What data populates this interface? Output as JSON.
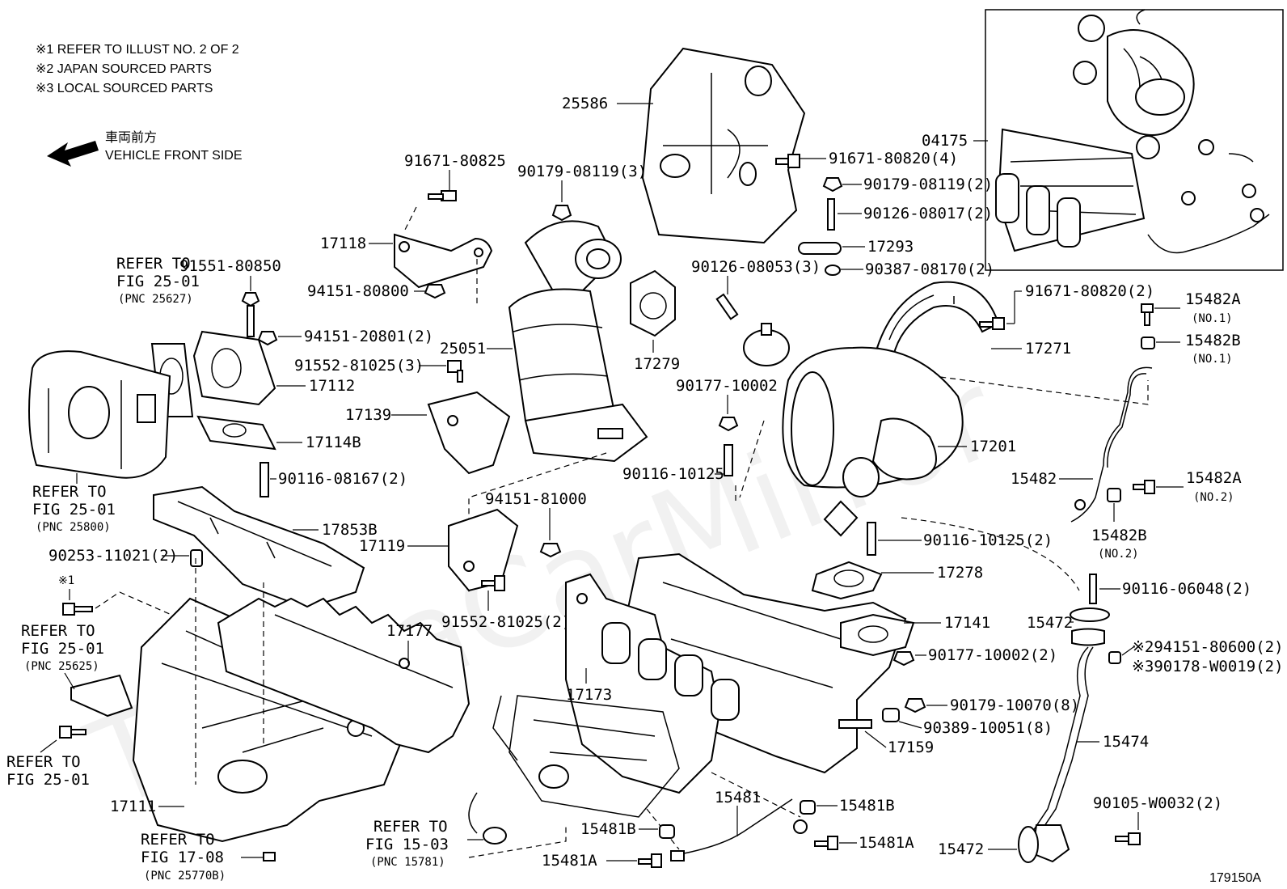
{
  "notes": [
    "※1 REFER TO ILLUST NO. 2 OF 2",
    "※2 JAPAN SOURCED PARTS",
    "※3 LOCAL SOURCED PARTS"
  ],
  "front_side_ja": "車両前方",
  "front_side_en": "VEHICLE FRONT SIDE",
  "watermark": "ToyotaCarMirror",
  "diagram_id": "179150A",
  "parts": {
    "p25586": "25586",
    "p04175": "04175",
    "p91671_80825": "91671-80825",
    "p90179_08119_3": "90179-08119(3)",
    "p91671_80820_4": "91671-80820(4)",
    "p90179_08119_2": "90179-08119(2)",
    "p90126_08017_2": "90126-08017(2)",
    "p17118": "17118",
    "p17293": "17293",
    "p90387_08170_2": "90387-08170(2)",
    "p91551_80850": "91551-80850",
    "p94151_80800": "94151-80800",
    "p90126_08053_3": "90126-08053(3)",
    "p91671_80820_2": "91671-80820(2)",
    "p15482A_1": "15482A",
    "p15482A_1_sub": "(NO.1)",
    "p94151_20801_2": "94151-20801(2)",
    "p25051": "25051",
    "p17279": "17279",
    "p17271": "17271",
    "p15482B_1": "15482B",
    "p15482B_1_sub": "(NO.1)",
    "p91552_81025_3": "91552-81025(3)",
    "p17112": "17112",
    "p90177_10002": "90177-10002",
    "p17139": "17139",
    "p17201": "17201",
    "p17114B": "17114B",
    "p15482": "15482",
    "p15482A_2": "15482A",
    "p15482A_2_sub": "(NO.2)",
    "p90116_10125": "90116-10125",
    "p90116_08167_2": "90116-08167(2)",
    "p94151_81000": "94151-81000",
    "p17853B": "17853B",
    "p15482B_2": "15482B",
    "p15482B_2_sub": "(NO.2)",
    "p17119": "17119",
    "p90116_10125_2": "90116-10125(2)",
    "p90253_11021_2": "90253-11021(2)",
    "p17278": "17278",
    "p91552_81025_2": "91552-81025(2)",
    "p90116_06048_2": "90116-06048(2)",
    "p_star1": "※1",
    "p15472_top": "15472",
    "p17141": "17141",
    "p294151": "※294151-80600(2)",
    "p390178": "※390178-W0019(2)",
    "p17177": "17177",
    "p90177_10002_2": "90177-10002(2)",
    "p17173": "17173",
    "p90179_10070_8": "90179-10070(8)",
    "p90389_10051_8": "90389-10051(8)",
    "p15474": "15474",
    "p17159": "17159",
    "p15481": "15481",
    "p15481B_right": "15481B",
    "p90105_W0032_2": "90105-W0032(2)",
    "p17111": "17111",
    "p15481B_left": "15481B",
    "p15481A_right": "15481A",
    "p15472_bottom": "15472",
    "p15481A_left": "15481A"
  },
  "refer_blocks": {
    "r1": [
      "REFER TO",
      "FIG 25-01",
      "(PNC 25627)"
    ],
    "r2": [
      "REFER TO",
      "FIG 25-01",
      "(PNC 25800)"
    ],
    "r3": [
      "REFER TO",
      "FIG 25-01",
      "(PNC 25625)"
    ],
    "r4": [
      "REFER TO",
      "FIG 25-01"
    ],
    "r5": [
      "REFER TO",
      "FIG 17-08",
      "(PNC 25770B)"
    ],
    "r6": [
      "REFER TO",
      "FIG 15-03",
      "(PNC 15781)"
    ]
  }
}
